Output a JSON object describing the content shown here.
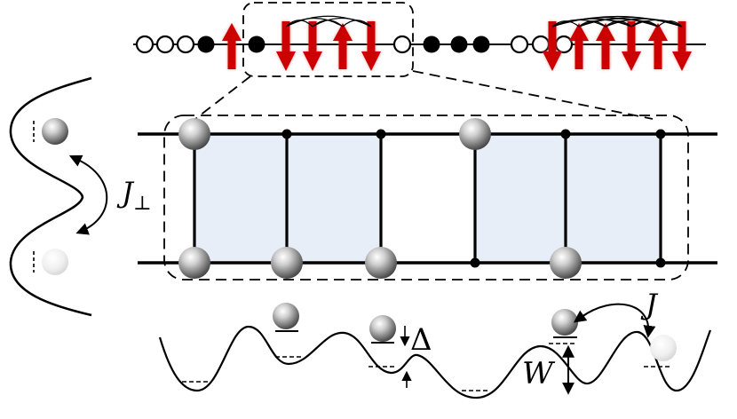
{
  "labels": {
    "j_perp_main": "J",
    "j_perp_sub": "⊥",
    "delta": "Δ",
    "hopping": "J",
    "disorder": "W"
  },
  "colors": {
    "spin_arrow": "#cc0000",
    "plaquette_fill": "#e8eef8",
    "line": "#000000"
  },
  "icons": {
    "particle": "sphere-icon",
    "ghost_particle": "faded-sphere-icon",
    "spin_up": "arrow-up-icon",
    "spin_down": "arrow-down-icon"
  }
}
